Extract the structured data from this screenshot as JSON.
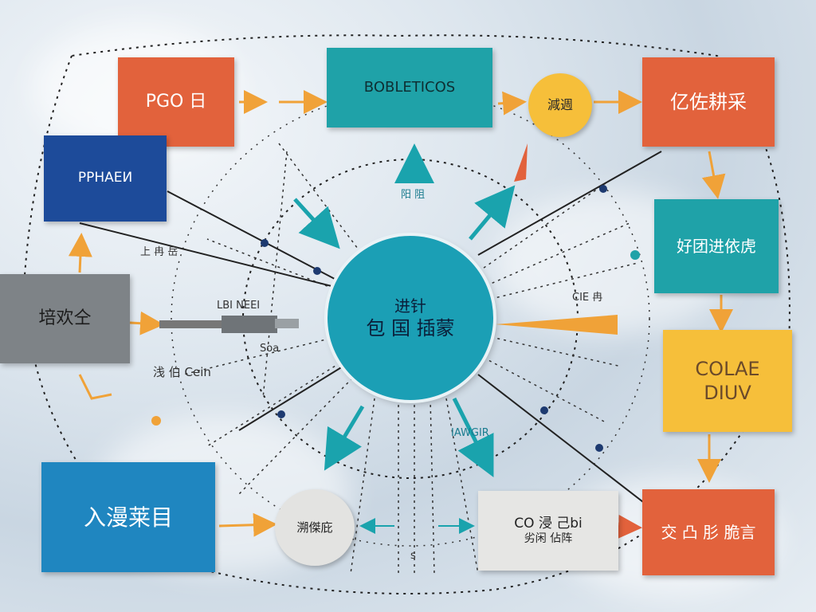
{
  "colors": {
    "orange": "#e2623c",
    "teal": "#1fa2a8",
    "navy": "#1d4b9a",
    "blue": "#1f86c0",
    "gray": "#7e8387",
    "yellow": "#f6bf3a",
    "hub": "#1b9fb5",
    "lightgray": "#e3e3e1",
    "arrow_orange": "#f0a238",
    "arrow_teal": "#1aa3ad"
  },
  "nodes": {
    "top_left": {
      "text": "PGO 日"
    },
    "top_center": {
      "text": "BOBLETICOS"
    },
    "top_small_circle": {
      "text": "減週"
    },
    "top_right": {
      "text": "亿佐耕采"
    },
    "left_upper": {
      "text": "РРНАЕИ"
    },
    "left_middle": {
      "text": "培欢仝"
    },
    "right_upper": {
      "text": "好团进依虎"
    },
    "right_middle": {
      "line1": "COLAE",
      "line2": "DIUV"
    },
    "hub": {
      "line1": "进针",
      "line2": "包 国 插蒙"
    },
    "bottom_left": {
      "text": "入漫莱目"
    },
    "bottom_small_circle": {
      "text": "溯傑庇"
    },
    "bottom_center": {
      "line1": "CO 浸 己bi",
      "line2": "劣闲 佔阵"
    },
    "bottom_right": {
      "text": "交 凸 肜 脆言"
    }
  },
  "labels": {
    "hub_top": "阳 阻",
    "left_small": "LBI NEEI",
    "left_lower_a": "浅 伯 Cein",
    "left_lower_b": "Soa",
    "left_tick": "上 冉 岳",
    "right_small": "CIE 冉",
    "hub_bottom": "IAWGIR",
    "bottom_small": "s"
  }
}
